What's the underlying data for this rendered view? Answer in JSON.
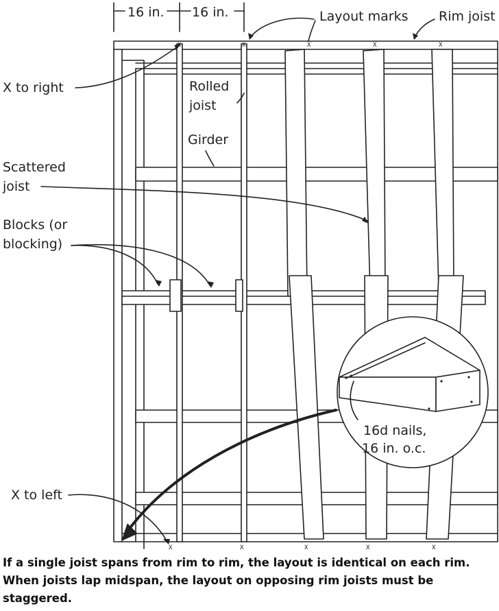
{
  "labels": {
    "dim_left": "16 in.",
    "dim_right": "16 in.",
    "layout_marks": "Layout marks",
    "rim_joist": "Rim joist",
    "x_to_right": "X to right",
    "rolled_joist_l1": "Rolled",
    "rolled_joist_l2": "joist",
    "girder": "Girder",
    "scattered_joist_l1": "Scattered",
    "scattered_joist_l2": "joist",
    "blocks_l1": "Blocks (or",
    "blocks_l2": "blocking)",
    "nails_l1": "16d nails,",
    "nails_l2": "16 in. o.c.",
    "x_to_left": "X to left"
  },
  "layout_mark_glyph": "X",
  "caption": "If a single joist spans from rim to rim, the layout is identical on each rim. When joists lap midspan, the layout on opposing rim joists must be staggered."
}
